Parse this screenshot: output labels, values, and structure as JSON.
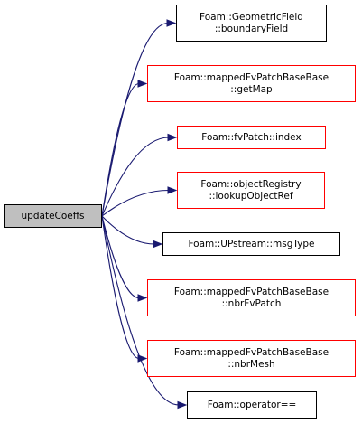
{
  "graph": {
    "source": {
      "id": "src",
      "lines": [
        "updateCoeffs"
      ],
      "fill": "#bfbfbf",
      "stroke": "#000000"
    },
    "targets": [
      {
        "id": "t0",
        "lines": [
          "Foam::GeometricField",
          "::boundaryField"
        ],
        "stroke": "#000000"
      },
      {
        "id": "t1",
        "lines": [
          "Foam::mappedFvPatchBaseBase",
          "::getMap"
        ],
        "stroke": "#ff0000"
      },
      {
        "id": "t2",
        "lines": [
          "Foam::fvPatch::index"
        ],
        "stroke": "#ff0000"
      },
      {
        "id": "t3",
        "lines": [
          "Foam::objectRegistry",
          "::lookupObjectRef"
        ],
        "stroke": "#ff0000"
      },
      {
        "id": "t4",
        "lines": [
          "Foam::UPstream::msgType"
        ],
        "stroke": "#000000"
      },
      {
        "id": "t5",
        "lines": [
          "Foam::mappedFvPatchBaseBase",
          "::nbrFvPatch"
        ],
        "stroke": "#ff0000"
      },
      {
        "id": "t6",
        "lines": [
          "Foam::mappedFvPatchBaseBase",
          "::nbrMesh"
        ],
        "stroke": "#ff0000"
      },
      {
        "id": "t7",
        "lines": [
          "Foam::operator=="
        ],
        "stroke": "#000000"
      }
    ],
    "edge_color": "#191970"
  }
}
